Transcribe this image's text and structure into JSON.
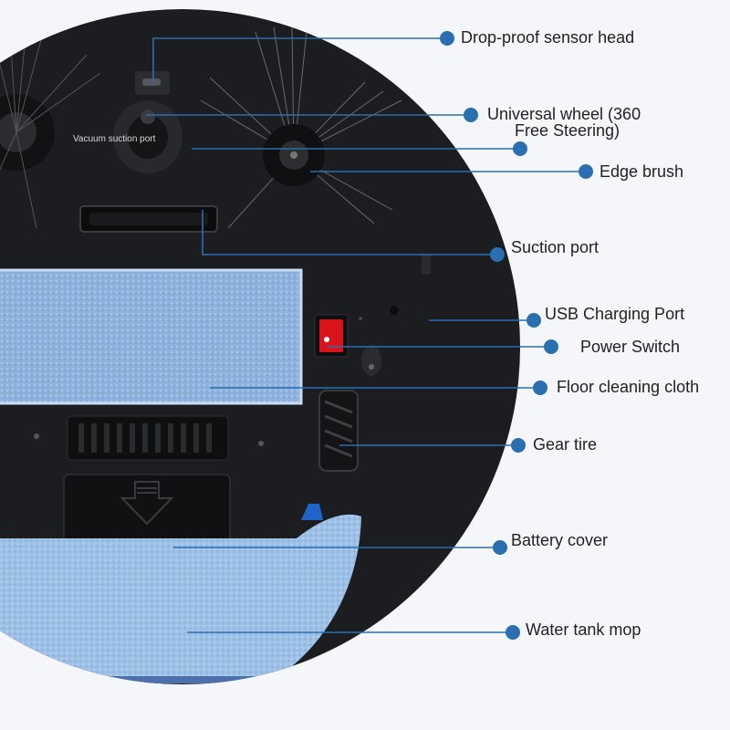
{
  "colors": {
    "background": "#f4f6f9",
    "robot_body": "#1c1d20",
    "cloth": "#8fb2dc",
    "mop": "#9cc0e6",
    "leader_line": "#2a6fb0",
    "dot": "#2a6fb0",
    "power_switch": "#d9151b",
    "blue_clip": "#1f64c8"
  },
  "labels": {
    "sensor_head": "Drop-proof sensor head",
    "universal_wheel_1": "Universal wheel (360",
    "universal_wheel_2": "Free Steering)",
    "vacuum_suction_port": "Vacuum suction port",
    "edge_brush": "Edge brush",
    "suction_port": "Suction port",
    "usb_port": "USB Charging Port",
    "power_switch": "Power Switch",
    "floor_cloth": "Floor cleaning cloth",
    "gear_tire": "Gear tire",
    "battery_cover": "Battery cover",
    "water_tank_mop": "Water tank mop"
  },
  "icons": {
    "callout_marker": "circle-dot-icon",
    "battery_arrow": "arrow-down-icon"
  }
}
